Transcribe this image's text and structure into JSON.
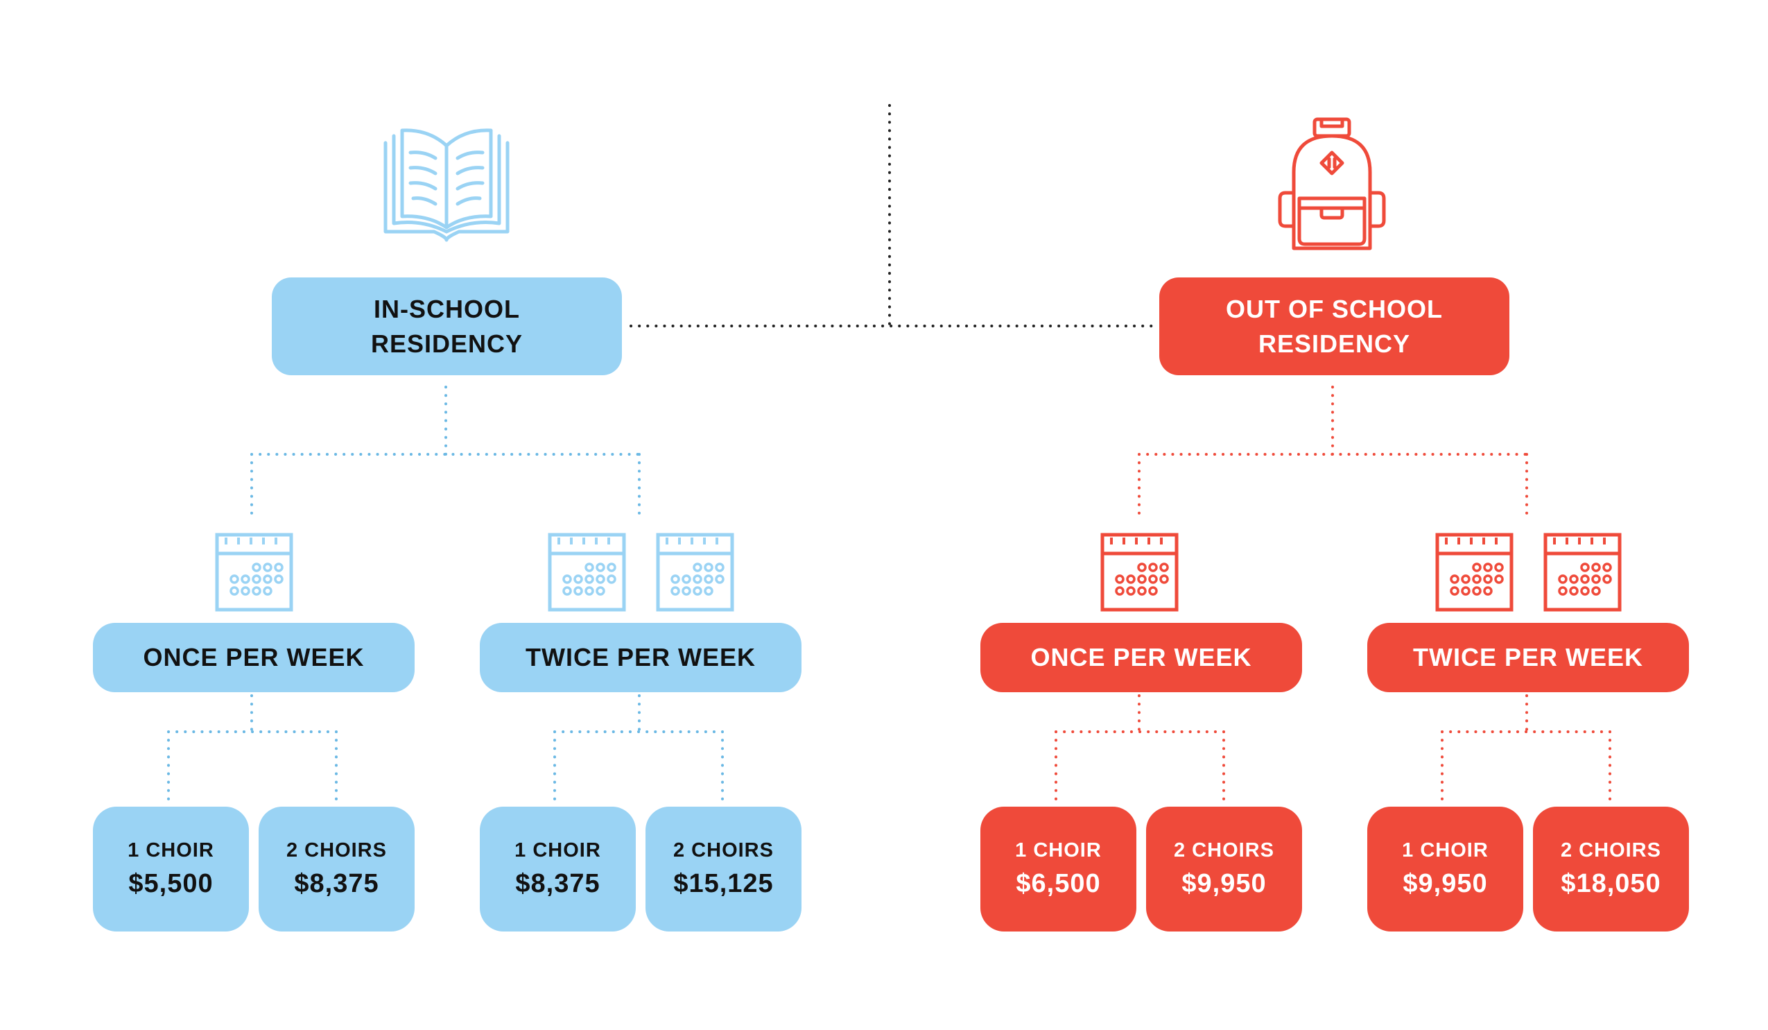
{
  "colors": {
    "blue": "#9ad3f4",
    "blue_line": "#6ab8e4",
    "red": "#ef4a3a",
    "connector": "#222222"
  },
  "in_school": {
    "icon": "open-book-icon",
    "title_line1": "IN-SCHOOL",
    "title_line2": "RESIDENCY",
    "once": {
      "label": "ONCE PER WEEK",
      "icon": "calendar-icon",
      "choir1": {
        "label": "1 CHOIR",
        "price": "$5,500"
      },
      "choir2": {
        "label": "2 CHOIRS",
        "price": "$8,375"
      }
    },
    "twice": {
      "label": "TWICE PER WEEK",
      "icon": "calendar-icon",
      "choir1": {
        "label": "1 CHOIR",
        "price": "$8,375"
      },
      "choir2": {
        "label": "2 CHOIRS",
        "price": "$15,125"
      }
    }
  },
  "out_of_school": {
    "icon": "backpack-icon",
    "title_line1": "OUT OF SCHOOL",
    "title_line2": "RESIDENCY",
    "once": {
      "label": "ONCE PER WEEK",
      "icon": "calendar-icon",
      "choir1": {
        "label": "1 CHOIR",
        "price": "$6,500"
      },
      "choir2": {
        "label": "2 CHOIRS",
        "price": "$9,950"
      }
    },
    "twice": {
      "label": "TWICE PER WEEK",
      "icon": "calendar-icon",
      "choir1": {
        "label": "1 CHOIR",
        "price": "$9,950"
      },
      "choir2": {
        "label": "2 CHOIRS",
        "price": "$18,050"
      }
    }
  }
}
